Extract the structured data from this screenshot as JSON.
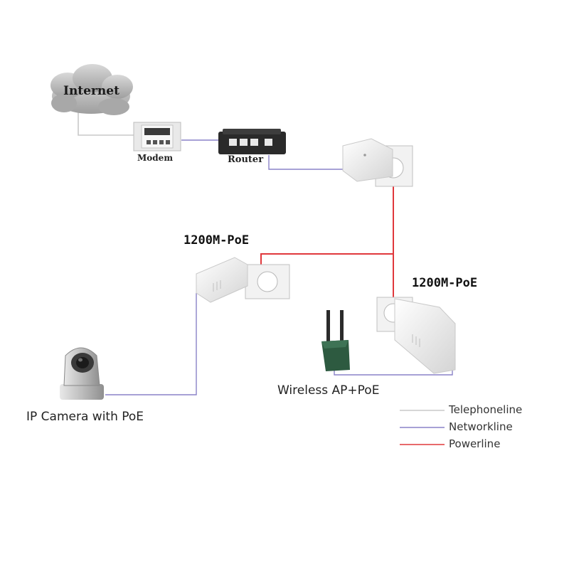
{
  "nodes": {
    "internet": "Internet",
    "modem": "Modem",
    "router": "Router",
    "adapter_left": "1200M-PoE",
    "adapter_right": "1200M-PoE",
    "wireless_ap": "Wireless AP+PoE",
    "ip_camera": "IP Camera with PoE"
  },
  "legend": [
    {
      "label": "Telephoneline",
      "color": "#c8c8c8"
    },
    {
      "label": "Networkline",
      "color": "#8a82c8"
    },
    {
      "label": "Powerline",
      "color": "#e0383c"
    }
  ],
  "colors": {
    "telephone": "#c8c8c8",
    "network": "#8a82c8",
    "power": "#e0383c"
  }
}
